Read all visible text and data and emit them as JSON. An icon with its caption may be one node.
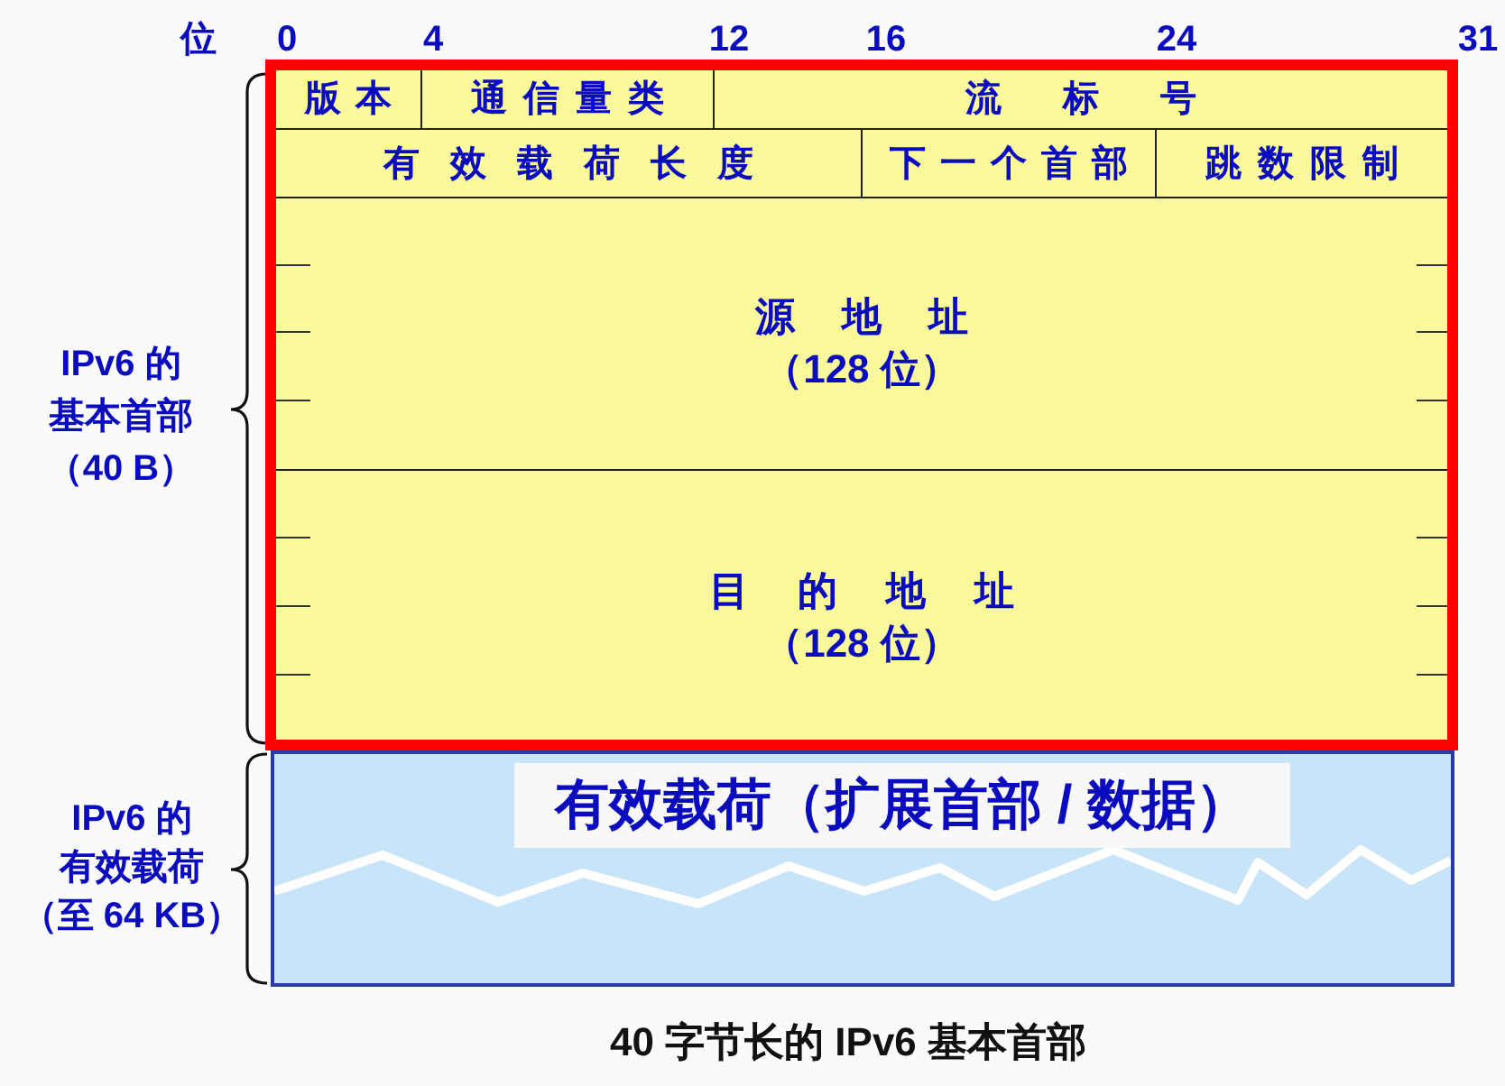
{
  "diagram": {
    "caption": "40 字节长的 IPv6 基本首部",
    "nodes": [
      {
        "text": [],
        "shape": "box",
        "beside": [
          "IPv6 的基本首部（40 B）"
        ]
      },
      {
        "text": [
          "版本"
        ],
        "in": 0
      },
      {
        "text": [
          "通信量类"
        ],
        "in": 0
      },
      {
        "text": [
          "流标号"
        ],
        "in": 0
      },
      {
        "text": [
          "有效载荷长度"
        ],
        "in": 0
      },
      {
        "text": [
          "下一个首部"
        ],
        "in": 0
      },
      {
        "text": [
          "跳数限制"
        ],
        "in": 0
      },
      {
        "text": [
          "源地址",
          "（128 位）"
        ],
        "in": 0
      },
      {
        "text": [
          "目的地址",
          "（128 位）"
        ],
        "in": 0
      },
      {
        "text": [
          "有效载荷（扩展首部 / 数据）"
        ],
        "beside": [
          "IPv6 的有效载荷（至 64 KB）"
        ]
      }
    ],
    "labels": [
      "位",
      "0",
      "4",
      "12",
      "16",
      "24",
      "31"
    ]
  }
}
